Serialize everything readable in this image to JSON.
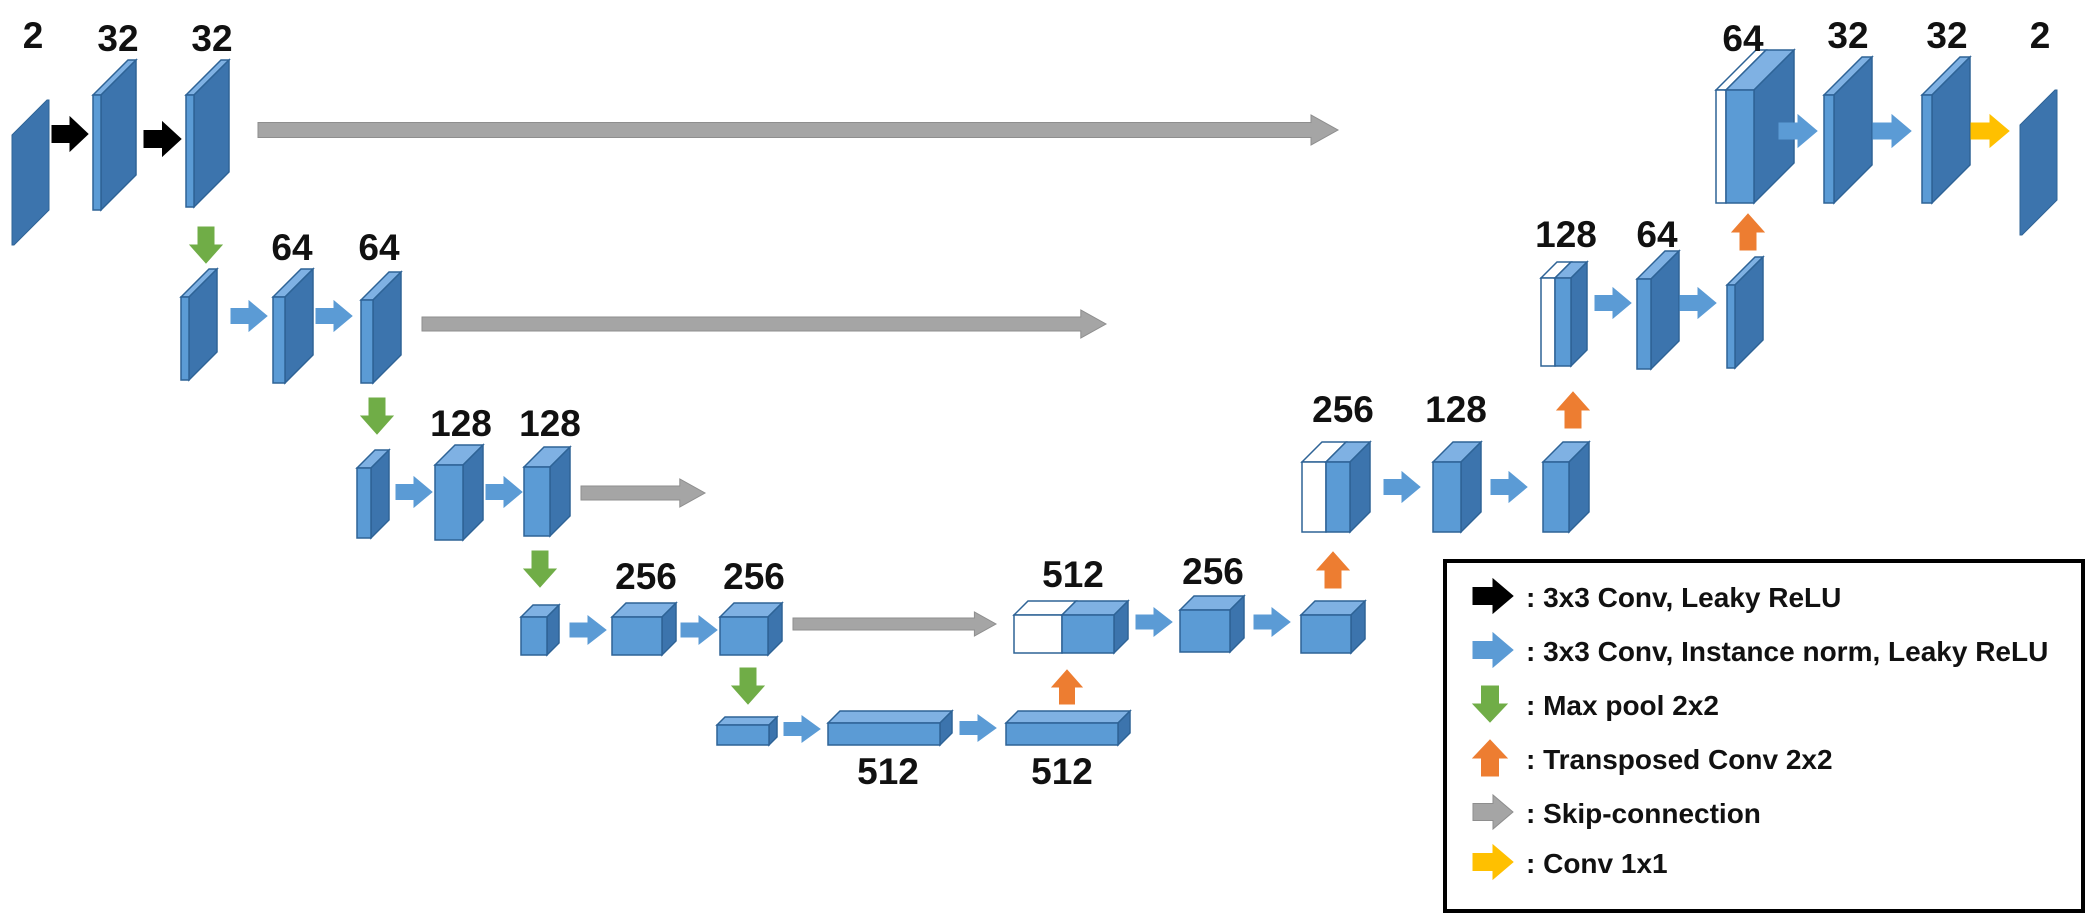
{
  "colors": {
    "block_front": "#5B9BD5",
    "block_top": "#7FB1E3",
    "block_side": "#3C74AD",
    "block_stroke": "#2E6396",
    "empty_fill": "#ffffff",
    "arrow_black": "#000000",
    "arrow_blue": "#5B9BD5",
    "arrow_green": "#70AD47",
    "arrow_orange": "#ED7D31",
    "arrow_gray": "#A5A5A5",
    "arrow_yellow": "#FFC000"
  },
  "labels": {
    "l1_in": "2",
    "l1_c1": "32",
    "l1_c2": "32",
    "l2_c1": "64",
    "l2_c2": "64",
    "l3_c1": "128",
    "l3_c2": "128",
    "l4_c1": "256",
    "l4_c2": "256",
    "bott_c1": "512",
    "bott_c2": "512",
    "d4_cat": "512",
    "d4_c1": "256",
    "d3_cat": "256",
    "d3_c1": "128",
    "d2_cat": "128",
    "d2_c1": "64",
    "d1_cat": "64",
    "d1_c1": "32",
    "d1_c2": "32",
    "out": "2"
  },
  "legend": {
    "items": [
      {
        "icon": "black-arrow-icon",
        "text": ": 3x3 Conv, Leaky ReLU"
      },
      {
        "icon": "blue-arrow-icon",
        "text": ": 3x3 Conv, Instance norm, Leaky ReLU"
      },
      {
        "icon": "green-arrow-icon",
        "text": ": Max pool 2x2"
      },
      {
        "icon": "orange-arrow-icon",
        "text": ": Transposed Conv 2x2"
      },
      {
        "icon": "gray-arrow-icon",
        "text": ": Skip-connection"
      },
      {
        "icon": "yellow-arrow-icon",
        "text": ": Conv 1x1"
      }
    ]
  }
}
